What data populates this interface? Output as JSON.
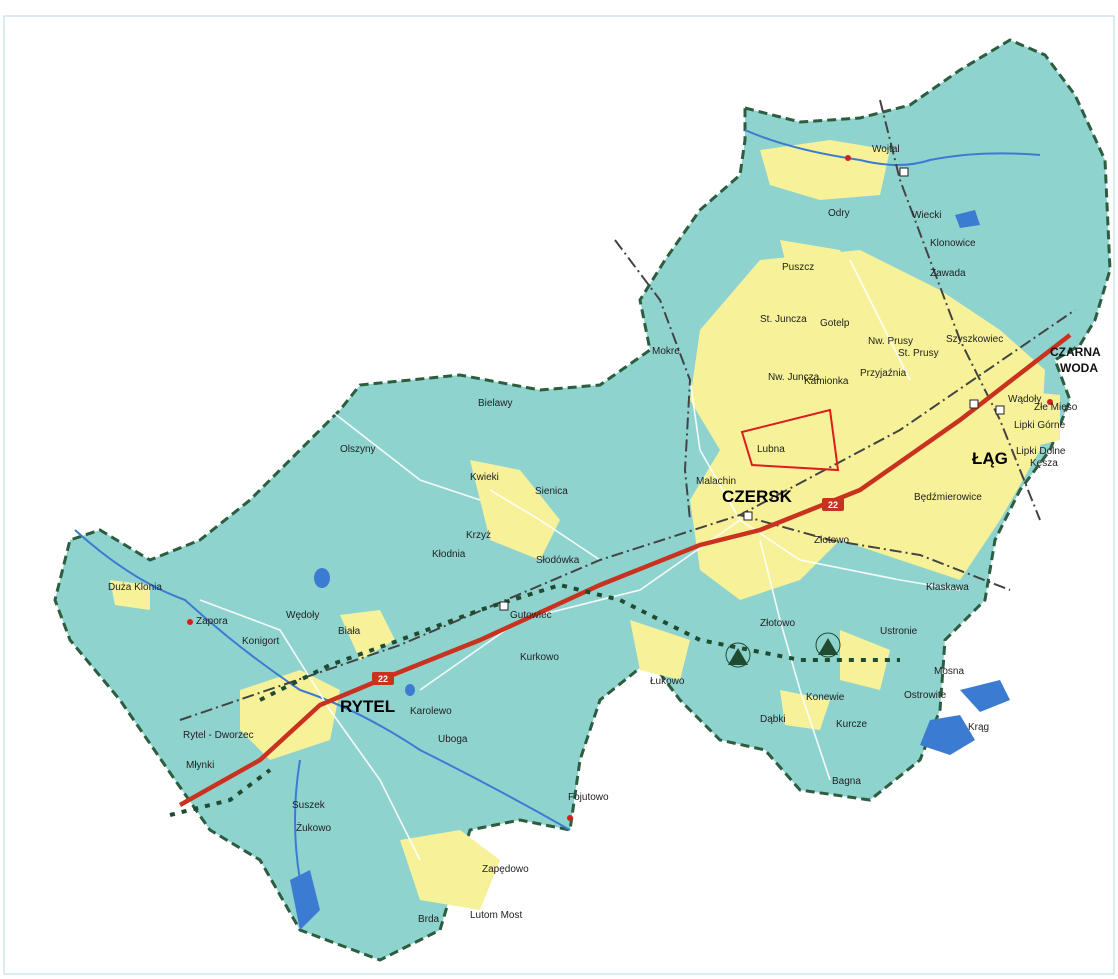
{
  "map": {
    "colors": {
      "forest": "#8fd3cf",
      "field": "#f7f29a",
      "border": "#2c5d3e",
      "main_road": "#c8321e",
      "railway": "#444444",
      "water": "#3c7bd2",
      "highlight": "#e01b1b",
      "reserve_dots": "#1f4b31"
    },
    "road_number": "22",
    "towns_large": [
      {
        "name": "CZERSK"
      },
      {
        "name": "RYTEL"
      },
      {
        "name": "ŁĄG"
      }
    ],
    "czarna_woda": [
      "CZARNA",
      "WODA"
    ],
    "highlight_label": "Lubna",
    "villages": [
      "Wojtal",
      "Odry",
      "Wiecki",
      "Klonowice",
      "Zawada",
      "Puszcz",
      "St. Juncza",
      "Gotelp",
      "Nw. Prusy",
      "St. Prusy",
      "Szyszkowiec",
      "Przyjaźnia",
      "Mokre",
      "Bielawy",
      "Nw. Juncza",
      "Kamionka",
      "Olszyny",
      "Kwieki",
      "Sienica",
      "Malachin",
      "Wądoły",
      "Złe Mięso",
      "Lipki Górne",
      "Lipki Dolne",
      "Kęsza",
      "Będźmierowice",
      "Krzyż",
      "Kłodnia",
      "Słodówka",
      "Złotowo",
      "Duża Klonia",
      "Zapora",
      "Klaskawa",
      "Wędoły",
      "Biała",
      "Gutowiec",
      "Konigort",
      "Ustronie",
      "Złotowo",
      "Mosna",
      "Kurkowo",
      "Łukowo",
      "Konewie",
      "Ostrowite",
      "Karolewo",
      "Rytel - Dworzec",
      "Uboga",
      "Dąbki",
      "Kurcze",
      "Krąg",
      "Młynki",
      "Bagna",
      "Fojutowo",
      "Suszek",
      "Żukowo",
      "Zapędowo",
      "Brda",
      "Lutom Most"
    ]
  }
}
